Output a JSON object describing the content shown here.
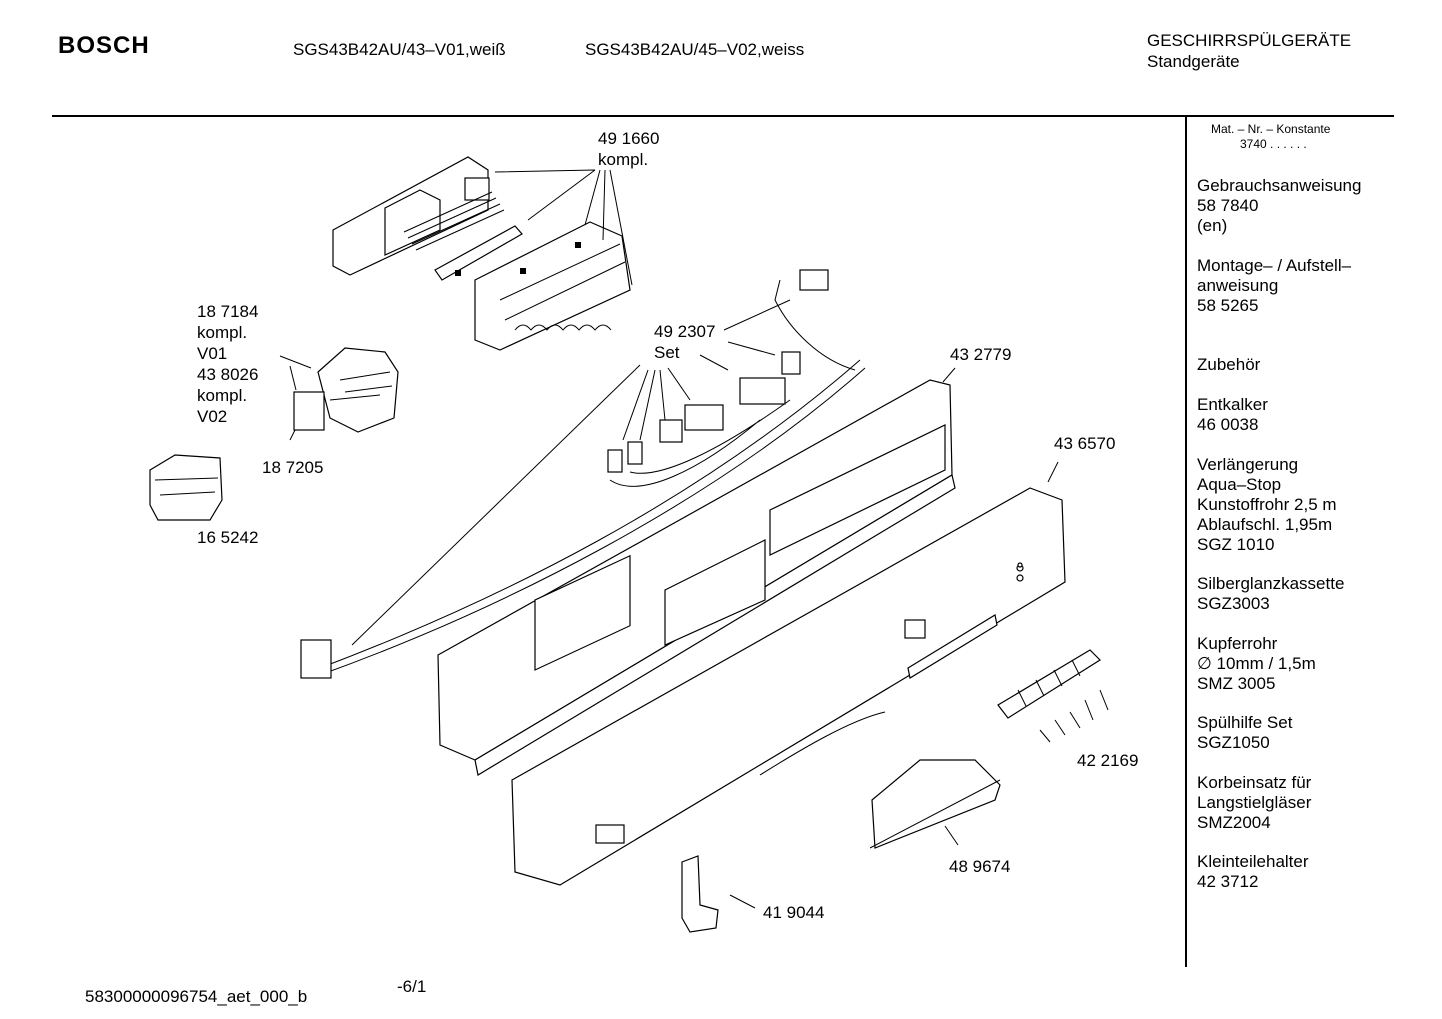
{
  "header": {
    "brand": "BOSCH",
    "model_1": "SGS43B42AU/43–V01,weiß",
    "model_2": "SGS43B42AU/45–V02,weiss",
    "category": "GESCHIRRSPÜLGERÄTE",
    "subcategory": "Standgeräte"
  },
  "sidebar": {
    "mat_nr_label": "Mat. – Nr. – Konstante",
    "mat_nr_value": "3740  .  .    .  .  .  .",
    "groups": [
      {
        "lines": [
          "Gebrauchsanweisung",
          "58 7840",
          "(en)"
        ]
      },
      {
        "lines": [
          "Montage– / Aufstell–",
          "anweisung",
          "58 5265"
        ]
      },
      {
        "lines": [
          "Zubehör"
        ]
      },
      {
        "lines": [
          "Entkalker",
          "46 0038"
        ]
      },
      {
        "lines": [
          "Verlängerung",
          "Aqua–Stop",
          "Kunstoffrohr 2,5 m",
          "Ablaufschl. 1,95m",
          "SGZ 1010"
        ]
      },
      {
        "lines": [
          "Silberglanzkassette",
          "SGZ3003"
        ]
      },
      {
        "lines": [
          "Kupferrohr",
          "∅ 10mm / 1,5m",
          "SMZ 3005"
        ]
      },
      {
        "lines": [
          "Spülhilfe Set",
          "SGZ1050"
        ]
      },
      {
        "lines": [
          "Korbeinsatz für",
          "Langstielgläser",
          "SMZ2004"
        ]
      },
      {
        "lines": [
          "Kleinteilehalter",
          "42 3712"
        ]
      }
    ]
  },
  "parts": {
    "p491660": [
      "49 1660",
      "kompl."
    ],
    "p187184": [
      "18 7184",
      "kompl.",
      "V01",
      "43 8026",
      "kompl.",
      "V02"
    ],
    "p187205": "18 7205",
    "p165242": "16 5242",
    "p492307": [
      "49 2307",
      "Set"
    ],
    "p432779": "43 2779",
    "p436570": "43 6570",
    "p422169": "42 2169",
    "p489674": "48 9674",
    "p419044": "41 9044"
  },
  "footer": {
    "doc_id": "58300000096754_aet_000_b",
    "page": "-6/1"
  }
}
